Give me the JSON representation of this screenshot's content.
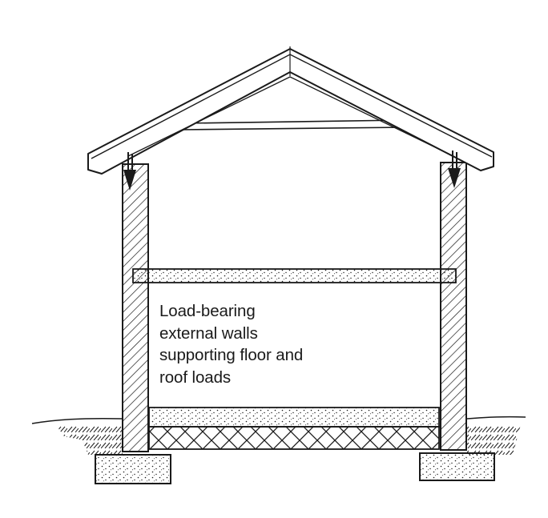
{
  "caption": {
    "lines": [
      "Load-bearing",
      "external walls",
      "supporting floor and",
      "roof loads"
    ]
  },
  "colors": {
    "ink": "#1a1a1a",
    "paper": "#ffffff"
  }
}
